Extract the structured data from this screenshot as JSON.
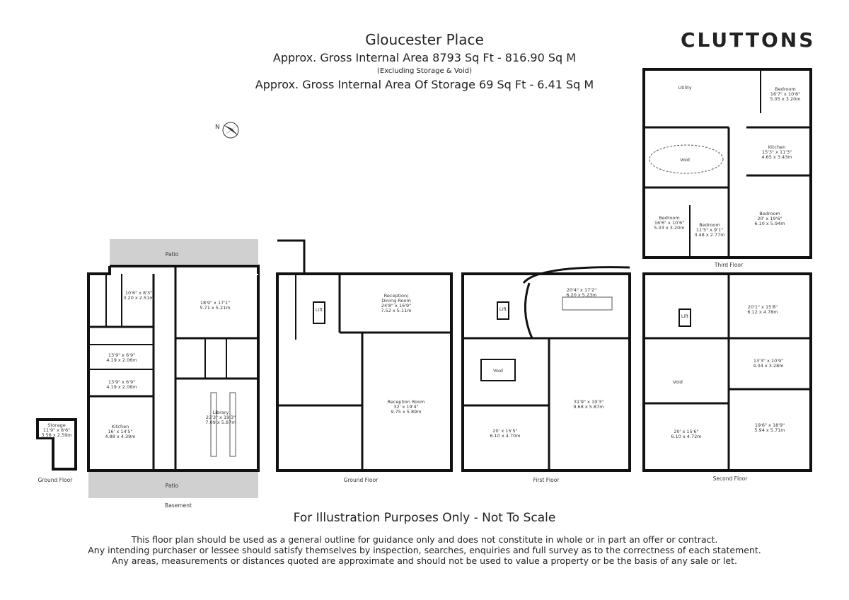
{
  "header": {
    "title": "Gloucester Place",
    "gross_area": "Approx. Gross Internal Area   8793 Sq Ft  -  816.90 Sq M",
    "excluding": "(Excluding Storage & Void)",
    "storage_area": "Approx. Gross Internal Area Of Storage   69 Sq Ft  -  6.41 Sq M"
  },
  "brand": "CLUTTONS",
  "compass_label": "N",
  "floors": {
    "storage_ground": "Ground Floor",
    "basement": "Basement",
    "ground": "Ground Floor",
    "first": "First Floor",
    "second": "Second Floor",
    "third": "Third Floor"
  },
  "rooms": {
    "storage": {
      "name": "Storage",
      "imperial": "11'9\" x 8'6\"",
      "metric": "3.58 x 2.59m"
    },
    "patio_top": "Patio",
    "patio_bottom": "Patio",
    "b_room1": {
      "imperial": "10'6\" x 8'3\"",
      "metric": "3.20 x 2.51m"
    },
    "b_room2": {
      "imperial": "18'9\" x 17'1\"",
      "metric": "5.71 x 5.21m"
    },
    "b_room3": {
      "imperial": "13'9\" x 6'9\"",
      "metric": "4.19 x 2.06m"
    },
    "b_room4": {
      "imperial": "13'9\" x 6'9\"",
      "metric": "4.19 x 2.06m"
    },
    "b_kitchen": {
      "name": "Kitchen",
      "imperial": "16' x 14'5\"",
      "metric": "4.88 x 4.39m"
    },
    "b_library": {
      "name": "Library",
      "imperial": "23'3\" x 19'3\"",
      "metric": "7.09 x 5.87m"
    },
    "g_lift": "Lift",
    "g_reception_dining": {
      "name1": "Reception/",
      "name2": "Dining Room",
      "imperial": "24'8\" x 16'9\"",
      "metric": "7.52 x 5.11m"
    },
    "g_reception": {
      "name": "Reception Room",
      "imperial": "32' x 19'4\"",
      "metric": "9.75 x 5.89m"
    },
    "f_lift": "Lift",
    "f_void": "Void",
    "f_room1": {
      "imperial": "20'4\" x 17'2\"",
      "metric": "6.20 x 5.23m"
    },
    "f_room2": {
      "imperial": "31'9\" x 19'3\"",
      "metric": "9.68 x 5.87m"
    },
    "f_room3": {
      "imperial": "20' x 15'5\"",
      "metric": "6.10 x 4.70m"
    },
    "s_lift": "Lift",
    "s_void": "Void",
    "s_room1": {
      "imperial": "20'1\" x 15'8\"",
      "metric": "6.12 x 4.78m"
    },
    "s_room2": {
      "imperial": "13'3\" x 10'9\"",
      "metric": "4.04 x 3.28m"
    },
    "s_room3": {
      "imperial": "20' x 15'6\"",
      "metric": "6.10 x 4.72m"
    },
    "s_room4": {
      "imperial": "19'6\" x 18'9\"",
      "metric": "5.94 x 5.71m"
    },
    "t_utility": "Utility",
    "t_void": "Void",
    "t_bed1": {
      "name": "Bedroom",
      "imperial": "16'7\" x 10'6\"",
      "metric": "5.05 x 3.20m"
    },
    "t_kitchen": {
      "name": "Kitchen",
      "imperial": "15'3\" x 11'3\"",
      "metric": "4.65 x 3.43m"
    },
    "t_bed2": {
      "name": "Bedroom",
      "imperial": "16'6\" x 10'6\"",
      "metric": "5.03 x 3.20m"
    },
    "t_bed3": {
      "name": "Bedroom",
      "imperial": "11'5\" x 9'1\"",
      "metric": "3.48 x 2.77m"
    },
    "t_bed4": {
      "name": "Bedroom",
      "imperial": "20' x 19'6\"",
      "metric": "6.10 x 5.94m"
    }
  },
  "note": "For Illustration Purposes Only - Not To Scale",
  "disclaimer": [
    "This floor plan should be used as a general outline for guidance only and does not constitute in whole or in part an offer or contract.",
    "Any intending purchaser or lessee should satisfy themselves by inspection, searches, enquiries and full survey as to the correctness of each statement.",
    "Any areas, measurements or distances quoted are approximate and should not be used to value a property or be the basis of any sale or let."
  ]
}
